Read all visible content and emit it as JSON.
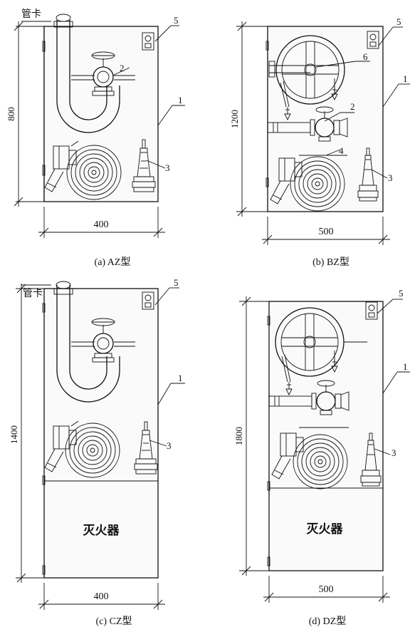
{
  "colors": {
    "line": "#111111",
    "background": "#ffffff"
  },
  "figures": [
    {
      "id": "a",
      "caption": "(a) AZ型",
      "height_label": "800",
      "width_label": "400",
      "pipe_clamp_label": "管卡",
      "numbers": [
        "5",
        "2",
        "1",
        "3"
      ]
    },
    {
      "id": "b",
      "caption": "(b) BZ型",
      "height_label": "1200",
      "width_label": "500",
      "numbers": [
        "5",
        "6",
        "1",
        "2",
        "4",
        "3"
      ]
    },
    {
      "id": "c",
      "caption": "(c) CZ型",
      "height_label": "1400",
      "width_label": "400",
      "pipe_clamp_label": "管卡",
      "extinguisher_label": "灭火器",
      "numbers": [
        "5",
        "1",
        "3"
      ]
    },
    {
      "id": "d",
      "caption": "(d) DZ型",
      "height_label": "1800",
      "width_label": "500",
      "extinguisher_label": "灭火器",
      "numbers": [
        "5",
        "1",
        "3"
      ]
    }
  ]
}
